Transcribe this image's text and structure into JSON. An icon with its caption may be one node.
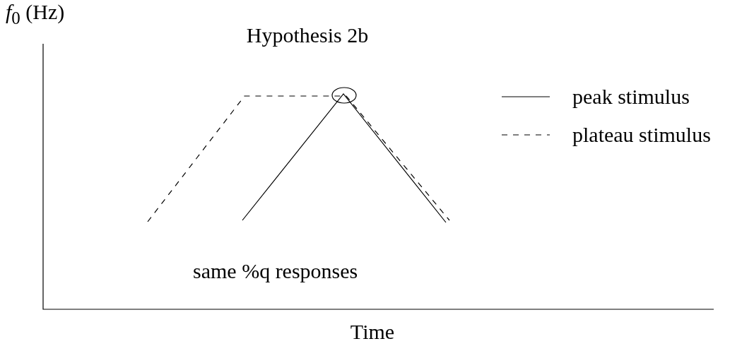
{
  "diagram": {
    "title": "Hypothesis 2b",
    "labels": [
      "*f*$_{0}$ (Hz)",
      "same %q responses",
      "Time"
    ],
    "legend": [
      {
        "text": "peak stimulus"
      },
      {
        "text": "plateau stimulus"
      }
    ]
  }
}
